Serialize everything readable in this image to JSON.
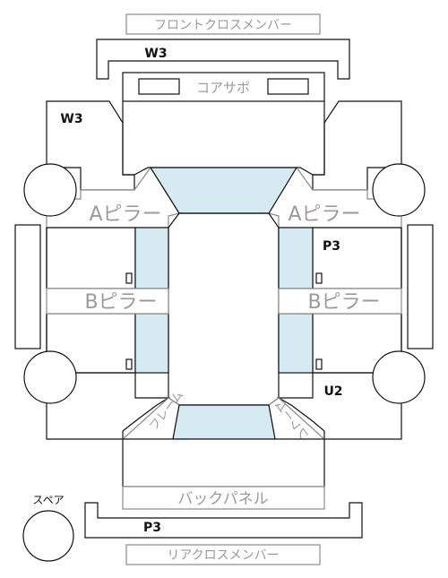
{
  "diagram": {
    "front_cross_member": "フロントクロスメンバー",
    "core_support": "コアサポ",
    "a_pillar": "Aピラー",
    "b_pillar": "Bピラー",
    "back_panel": "バックパネル",
    "rear_cross_member": "リアクロスメンバー",
    "spare": "スペア",
    "markers": {
      "w3_front": "W3",
      "w3_left": "W3",
      "p3_right": "P3",
      "u2_right": "U2",
      "p3_rear": "P3"
    },
    "rear_frame_label": "フレーム"
  },
  "colors": {
    "highlight": "#d6eaf2",
    "outline": "#111111",
    "label": "#9a9a9a"
  }
}
